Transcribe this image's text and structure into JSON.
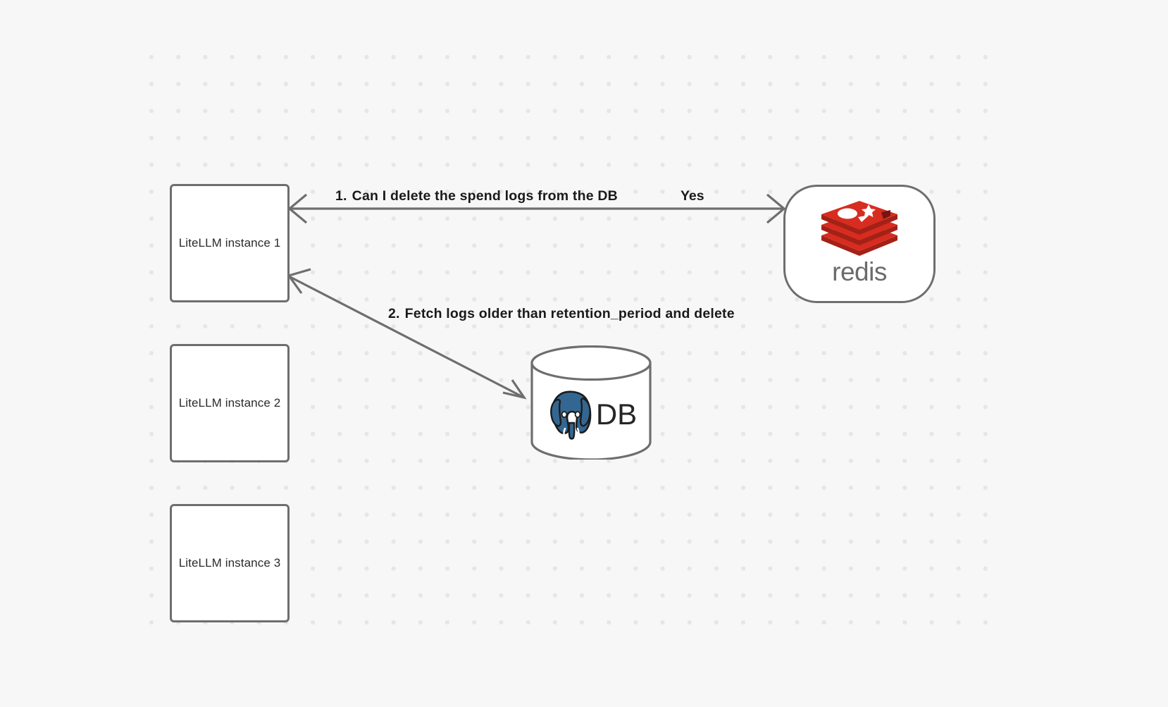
{
  "canvas": {
    "background_color": "#f7f7f7",
    "grid": "dot-grid",
    "dot_color": "#e6e6e6"
  },
  "nodes": [
    {
      "id": "litellm-1",
      "label": "LiteLLM instance 1",
      "shape": "rounded-rect"
    },
    {
      "id": "litellm-2",
      "label": "LiteLLM instance 2",
      "shape": "rounded-rect"
    },
    {
      "id": "litellm-3",
      "label": "LiteLLM instance 3",
      "shape": "rounded-rect"
    },
    {
      "id": "redis",
      "label": "redis",
      "shape": "stadium",
      "logo": "redis-logo",
      "brand_color": "#d82c20"
    },
    {
      "id": "db",
      "label": "DB",
      "shape": "cylinder",
      "logo": "postgresql-elephant-icon",
      "brand_color": "#336791"
    }
  ],
  "edges": [
    {
      "id": "edge-redis",
      "from": "litellm-1",
      "to": "redis",
      "direction": "bidirectional",
      "number": "1.",
      "label": "Can I delete the spend logs from the DB",
      "reply": "Yes"
    },
    {
      "id": "edge-db",
      "from": "db",
      "to": "litellm-1",
      "direction": "bidirectional",
      "number": "2.",
      "label": "Fetch logs older than retention_period and delete",
      "reply": ""
    }
  ],
  "stroke_color": "#6e6e6e",
  "text_color": "#1a1a1a"
}
